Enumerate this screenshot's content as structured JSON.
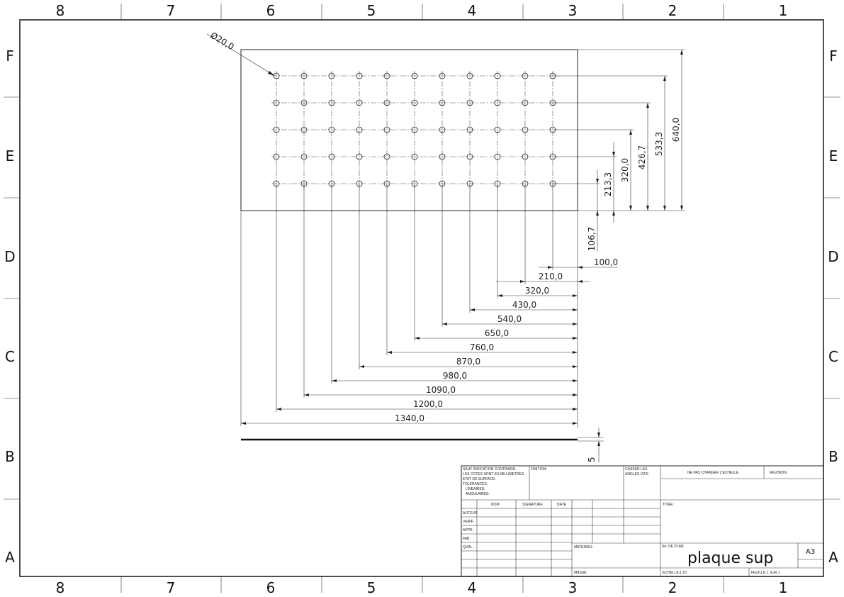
{
  "border": {
    "columns": [
      "8",
      "7",
      "6",
      "5",
      "4",
      "3",
      "2",
      "1"
    ],
    "rows": [
      "F",
      "E",
      "D",
      "C",
      "B",
      "A"
    ]
  },
  "drawing": {
    "hole_callout": "Ø20,0",
    "hole_grid": {
      "columns": 11,
      "rows": 5
    },
    "vertical_dims": [
      "640,0",
      "533,3",
      "426,7",
      "320,0",
      "213,3",
      "106,7"
    ],
    "horizontal_dims": [
      "100,0",
      "210,0",
      "320,0",
      "430,0",
      "540,0",
      "650,0",
      "760,0",
      "870,0",
      "980,0",
      "1090,0",
      "1200,0",
      "1340,0"
    ],
    "thickness_dim": "5"
  },
  "title_block": {
    "notes": [
      "SAUF INDICATION CONTRAIRE:",
      "LES COTES SONT EN MILLIMETRES",
      "ETAT DE SURFACE:",
      "TOLERANCES:",
      "LINEAIRES:",
      "ANGULAIRES:"
    ],
    "finition": "FINITION:",
    "casser": [
      "CASSER LES",
      "ANGLES VIFS"
    ],
    "ne_pas_changer": "NE PAS CHANGER L'ECHELLE",
    "revision": "REVISION",
    "headers": [
      "NOM",
      "SIGNATURE",
      "DATE"
    ],
    "roles": [
      "AUTEUR",
      "VERIF.",
      "APPR.",
      "FAB.",
      "QUAL."
    ],
    "titre": "TITRE:",
    "materiau": "MATERIAU:",
    "masse": "MASSE:",
    "no_plan_label": "No. DE PLAN",
    "part_name": "plaque sup",
    "format": "A3",
    "echelle": "ECHELLE:1:10",
    "feuille": "FEUILLE 1 SUR 1"
  }
}
